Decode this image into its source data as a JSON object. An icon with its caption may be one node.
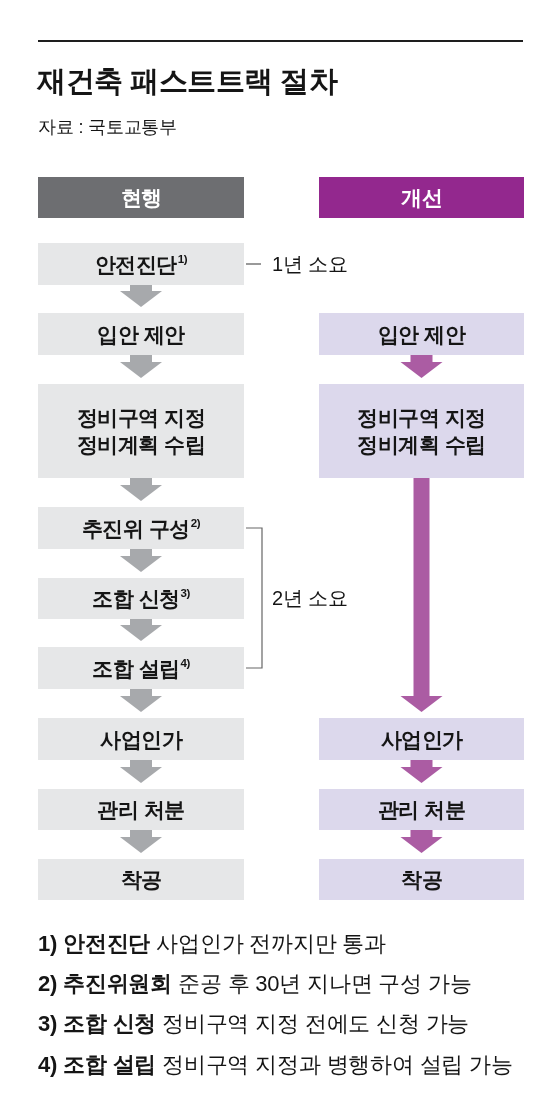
{
  "diagram": {
    "title": "재건축 패스트트랙 절차",
    "nodes": [
      {
        "text": [
          "현행"
        ]
      },
      {
        "text": [
          "개선"
        ]
      },
      {
        "text": [
          "안전진단$^{1)}$"
        ],
        "beside": [
          "1년 소요"
        ]
      },
      {
        "text": [
          "입안 제안"
        ]
      },
      {
        "text": [
          "정비구역 지정 정비계획 수립"
        ]
      },
      {
        "text": [
          "추진위 구성$^{2)}$"
        ]
      },
      {
        "text": [
          "조합 신청$^{3)}$"
        ]
      },
      {
        "text": [
          "조합 설립$^{4)}$"
        ]
      },
      {
        "text": [
          "사업인가"
        ]
      },
      {
        "text": [
          "관리 처분"
        ]
      },
      {
        "text": [
          "착공"
        ]
      },
      {
        "text": [
          "입안 제안"
        ]
      },
      {
        "text": [
          "정비구역 지정 정비계획 수립"
        ]
      },
      {
        "text": [
          "사업인가"
        ]
      },
      {
        "text": [
          "관리 처분"
        ]
      },
      {
        "text": [
          "착공"
        ]
      }
    ],
    "edges": [
      {
        "from": 2,
        "to": 3,
        "arrow": "to"
      },
      {
        "from": 3,
        "to": 4,
        "arrow": "to"
      },
      {
        "from": 4,
        "to": 5,
        "arrow": "to"
      },
      {
        "from": 5,
        "to": 6,
        "arrow": "to"
      },
      {
        "from": 6,
        "to": 7,
        "arrow": "to"
      },
      {
        "from": 7,
        "to": 8,
        "arrow": "to"
      },
      {
        "from": 8,
        "to": 9,
        "arrow": "to"
      },
      {
        "from": 9,
        "to": 10,
        "arrow": "to"
      },
      {
        "from": 11,
        "to": 12,
        "arrow": "to",
        "color": "#ab5ca3"
      },
      {
        "from": 12,
        "to": 13,
        "arrow": "to",
        "color": "#ab5ca3"
      },
      {
        "from": 13,
        "to": 14,
        "arrow": "to",
        "color": "#ab5ca3"
      },
      {
        "from": 14,
        "to": 15,
        "arrow": "to",
        "color": "#ab5ca3"
      }
    ],
    "labels": [
      "자료 : 국토교통부",
      "2년 소요",
      "**1) 안전진단** 사업인가 전까지만 통과",
      "**2) 추진위원회** 준공 후 30년 지나면 구성 가능",
      "**3) 조합 신청** 정비구역 지정 전에도 신청 가능",
      "**4) 조합 설립** 정비구역 지정과 병행하여 설립 가능"
    ]
  }
}
